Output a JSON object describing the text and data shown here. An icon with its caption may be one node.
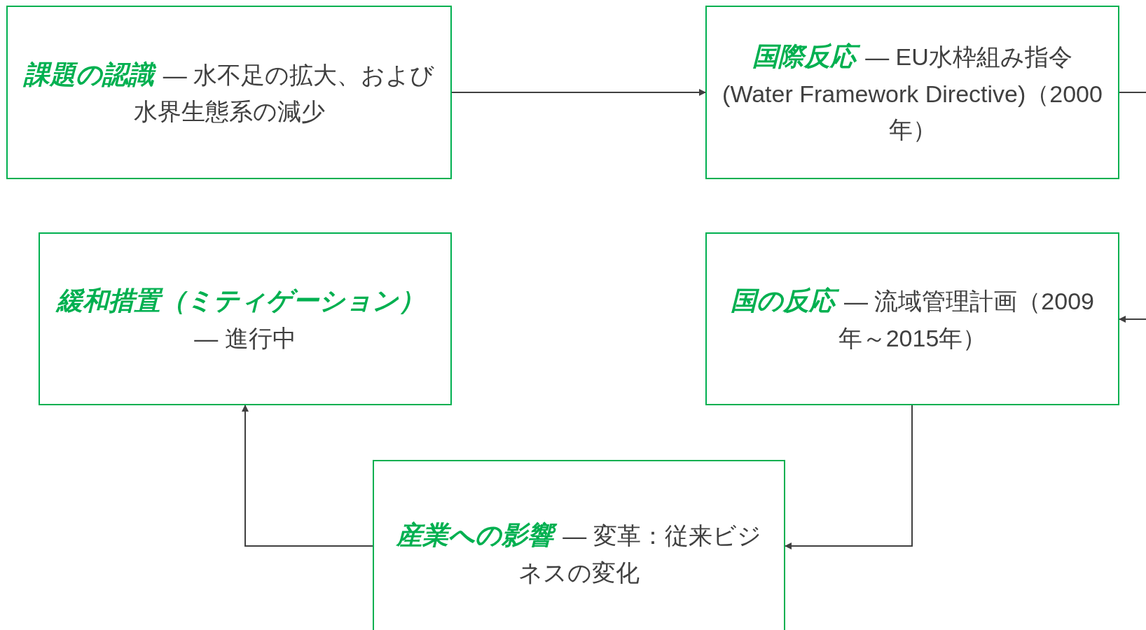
{
  "diagram": {
    "nodes": [
      {
        "text": [
          "課題の認識",
          "— 水不足の拡大、および水界生態系の減少"
        ]
      },
      {
        "text": [
          "国際反応",
          "— EU水枠組み指令(Water Framework Directive)（2000年）"
        ]
      },
      {
        "text": [
          "緩和措置（ミティゲーション）",
          "— 進行中"
        ]
      },
      {
        "text": [
          "国の反応",
          "— 流域管理計画（2009年～2015年）"
        ]
      },
      {
        "text": [
          "産業への影響",
          "— 変革：従来ビジネスの変化"
        ]
      }
    ],
    "edges": [
      {
        "from": 0,
        "to": 1,
        "arrow": "to"
      },
      {
        "from": 1,
        "to": null,
        "arrow": "none"
      },
      {
        "from": null,
        "to": 3,
        "arrow": "to"
      },
      {
        "from": 3,
        "to": 4,
        "arrow": "to"
      },
      {
        "from": 4,
        "to": 2,
        "arrow": "to"
      }
    ]
  }
}
